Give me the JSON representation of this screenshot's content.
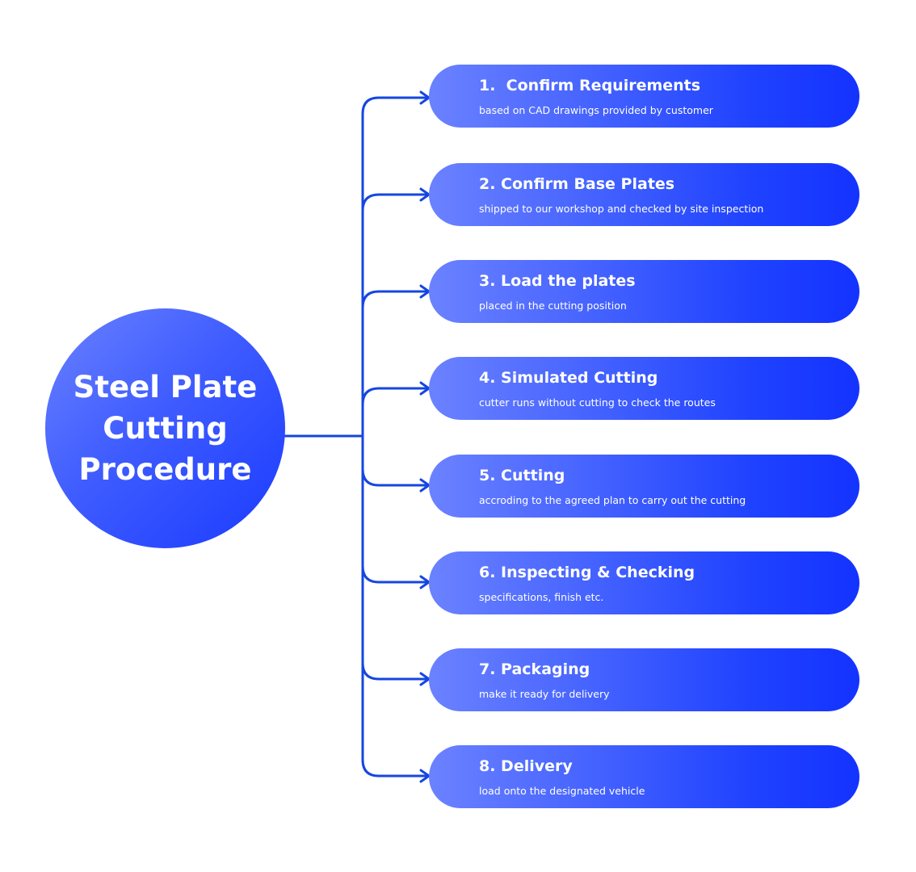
{
  "diagram": {
    "center_title": "Steel Plate\nCutting\nProcedure",
    "colors": {
      "line": "#1546e0",
      "node_start": "#6b82ff",
      "node_end": "#1433ff"
    },
    "steps": [
      {
        "title": "1.  Confirm Requirements",
        "description": "based on CAD drawings provided by customer"
      },
      {
        "title": "2. Confirm Base Plates",
        "description": "shipped to our workshop and checked by site inspection"
      },
      {
        "title": "3. Load the plates",
        "description": "placed in the cutting position"
      },
      {
        "title": "4. Simulated Cutting",
        "description": "cutter runs without cutting to check the routes"
      },
      {
        "title": "5. Cutting",
        "description": "accroding to the agreed plan to carry out the cutting"
      },
      {
        "title": "6. Inspecting & Checking",
        "description": "specifications, finish etc."
      },
      {
        "title": "7. Packaging",
        "description": "make it ready for delivery"
      },
      {
        "title": "8. Delivery",
        "description": "load onto the designated vehicle"
      }
    ]
  }
}
